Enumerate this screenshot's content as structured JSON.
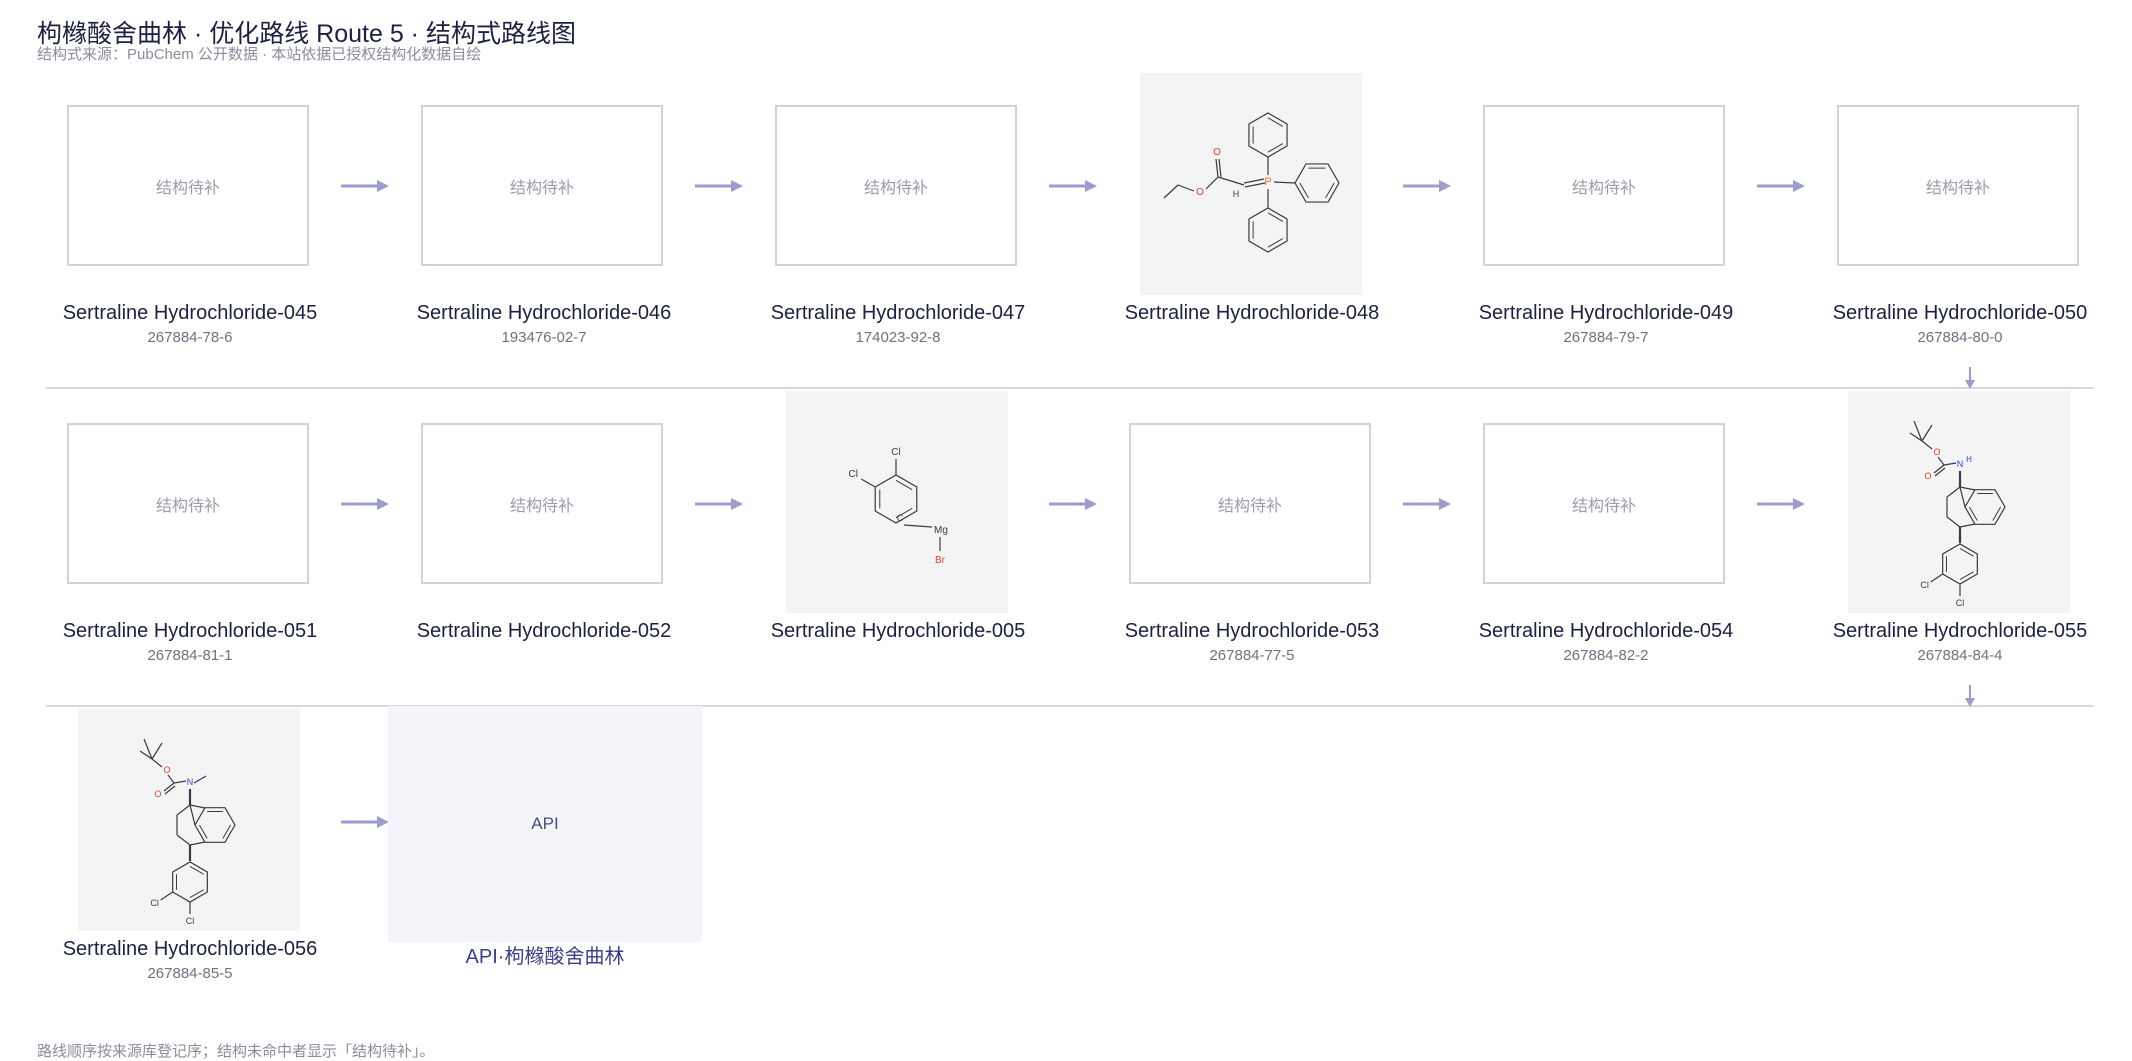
{
  "header": {
    "title": "枸橼酸舍曲林 · 优化路线 Route 5 · 结构式路线图",
    "subtitle": "结构式来源：PubChem 公开数据 · 本站依据已授权结构化数据自绘"
  },
  "placeholder_text": "结构待补",
  "rows": [
    [
      {
        "name": "Sertraline Hydrochloride-045",
        "cas": "267884-78-6",
        "has_structure": false
      },
      {
        "name": "Sertraline Hydrochloride-046",
        "cas": "193476-02-7",
        "has_structure": false
      },
      {
        "name": "Sertraline Hydrochloride-047",
        "cas": "174023-92-8",
        "has_structure": false
      },
      {
        "name": "Sertraline Hydrochloride-048",
        "cas": "",
        "has_structure": true,
        "structure": "ylide"
      },
      {
        "name": "Sertraline Hydrochloride-049",
        "cas": "267884-79-7",
        "has_structure": false
      },
      {
        "name": "Sertraline Hydrochloride-050",
        "cas": "267884-80-0",
        "has_structure": false
      }
    ],
    [
      {
        "name": "Sertraline Hydrochloride-051",
        "cas": "267884-81-1",
        "has_structure": false
      },
      {
        "name": "Sertraline Hydrochloride-052",
        "cas": "",
        "has_structure": false
      },
      {
        "name": "Sertraline Hydrochloride-005",
        "cas": "",
        "has_structure": true,
        "structure": "grignard"
      },
      {
        "name": "Sertraline Hydrochloride-053",
        "cas": "267884-77-5",
        "has_structure": false
      },
      {
        "name": "Sertraline Hydrochloride-054",
        "cas": "267884-82-2",
        "has_structure": false
      },
      {
        "name": "Sertraline Hydrochloride-055",
        "cas": "267884-84-4",
        "has_structure": true,
        "structure": "boc_nh"
      }
    ],
    [
      {
        "name": "Sertraline Hydrochloride-056",
        "cas": "267884-85-5",
        "has_structure": true,
        "structure": "boc_nme"
      }
    ]
  ],
  "api": {
    "box_label": "API",
    "name": "API·枸橼酸舍曲林"
  },
  "footer": "路线顺序按来源库登记序；结构未命中者显示「结构待补」。",
  "atoms": {
    "O": "O",
    "P": "P",
    "H": "H",
    "N": "N",
    "Cl": "Cl",
    "Mg": "Mg",
    "Br": "Br"
  },
  "colors": {
    "arrow": "#9c9cce",
    "box_border": "#cfd1dd",
    "structure_bg": "#f4f4f5",
    "api_bg": "#f4f4fb",
    "oxygen": "#e0402a",
    "phosphorus": "#e07a2a",
    "nitrogen": "#2a3ed8",
    "bond": "#3a3a44"
  }
}
